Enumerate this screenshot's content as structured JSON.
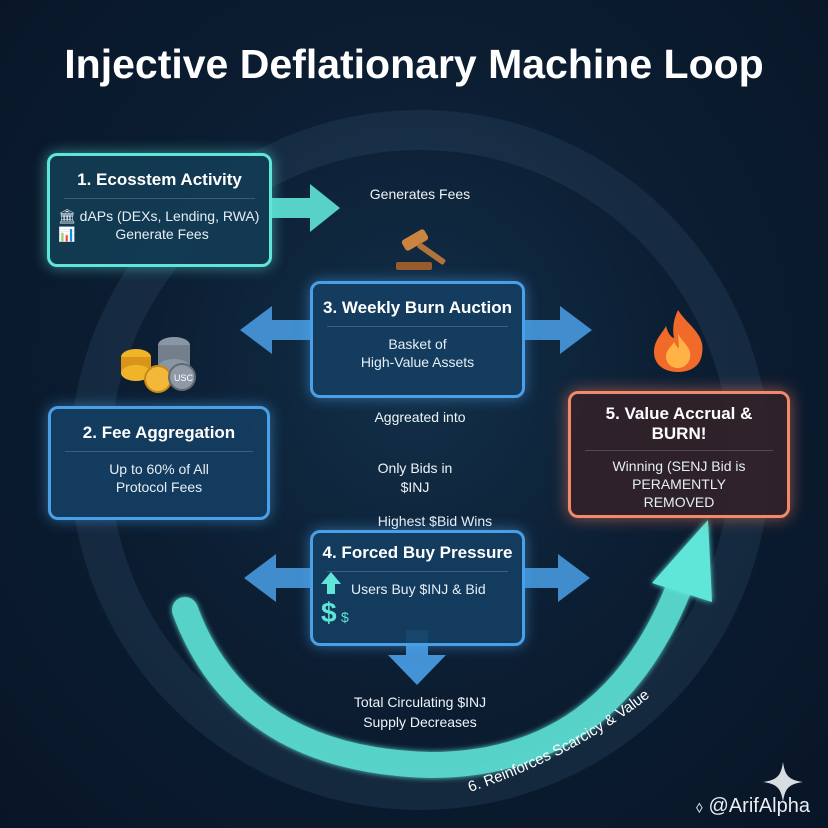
{
  "title": "Injective Deflationary Machine Loop",
  "step1": {
    "heading": "1. Ecosstem Activity",
    "line1": "dAPs (DEXs, Lending, RWA)",
    "line2": "Generate Fees"
  },
  "step2": {
    "heading": "2. Fee Aggregation",
    "line1": "Up to 60% of All",
    "line2": "Protocol Fees"
  },
  "step3": {
    "heading": "3. Weekly Burn Auction",
    "line1": "Basket of",
    "line2": "High-Value Assets"
  },
  "step4": {
    "heading": "4. Forced Buy Pressure",
    "line1": "Users Buy $INJ & Bid"
  },
  "step5": {
    "heading_line1": "5. Value Accrual &",
    "heading_line2": "BURN!",
    "line1": "Winning (SENJ Bid is",
    "line2": "PERAMENTLY",
    "line3": "REMOVED"
  },
  "labels": {
    "generates_fees": "Generates Fees",
    "aggregated_into": "Aggreated into",
    "only_bids_1": "Only Bids in",
    "only_bids_2": "$INJ",
    "highest_bid": "Highest $Bid Wins",
    "supply_1": "Total Circulating $INJ",
    "supply_2": "Supply Decreases",
    "reinforces": "6. Reinforces Scarcicy & Value",
    "coin_label": "USC"
  },
  "watermark": "@ArifAlpha",
  "colors": {
    "teal": "#5fe6d9",
    "blue": "#4aa0e8",
    "fire": "#f08a6a"
  }
}
